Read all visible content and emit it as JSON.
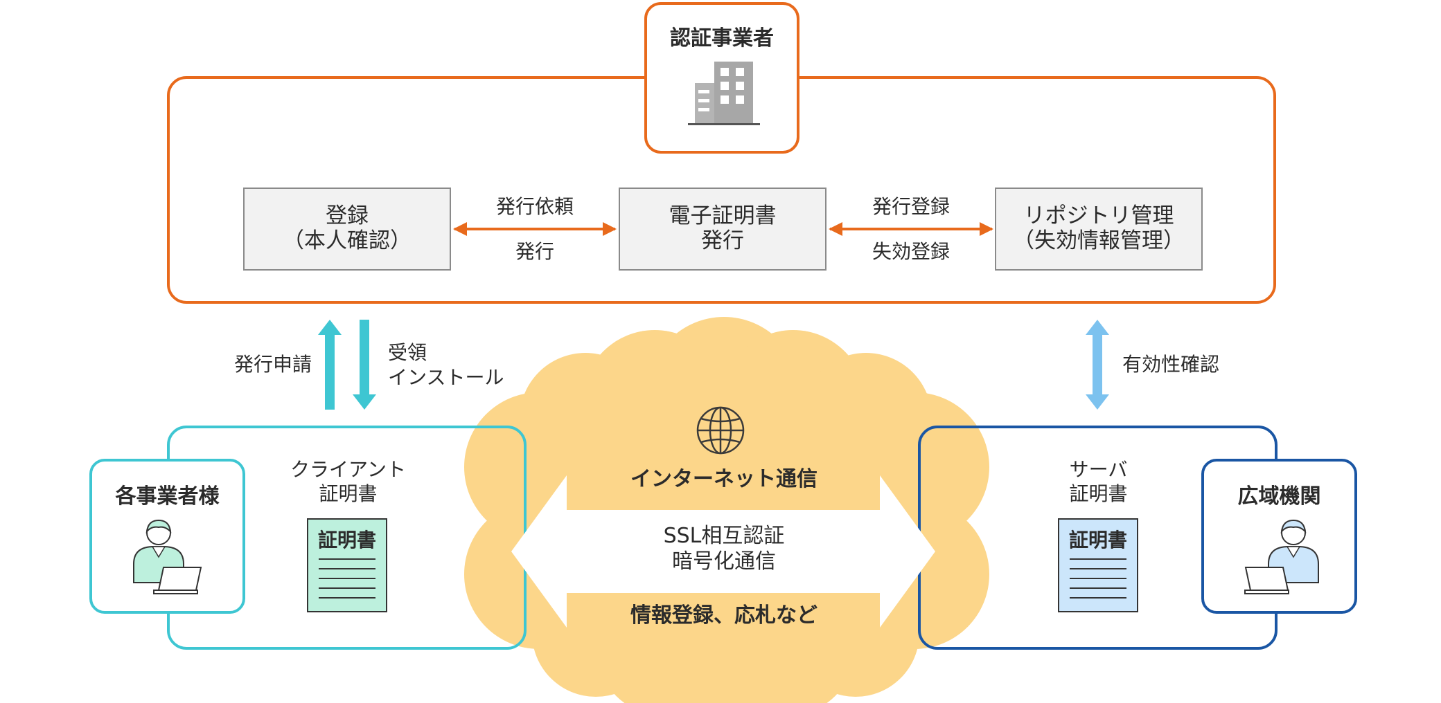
{
  "ca": {
    "title": "認証事業者"
  },
  "process": {
    "registration": {
      "line1": "登録",
      "line2": "（本人確認）"
    },
    "issuance": {
      "line1": "電子証明書",
      "line2": "発行"
    },
    "repository": {
      "line1": "リポジトリ管理",
      "line2": "（失効情報管理）"
    },
    "request_label": "発行依頼",
    "issue_label": "発行",
    "register_label": "発行登録",
    "revoke_label": "失効登録"
  },
  "flows": {
    "apply": "発行申請",
    "receive_line1": "受領",
    "receive_line2": "インストール",
    "validity": "有効性確認"
  },
  "client": {
    "user": "各事業者様",
    "cert_title_line1": "クライアント",
    "cert_title_line2": "証明書",
    "doc_label": "証明書"
  },
  "server": {
    "org": "広域機関",
    "cert_title_line1": "サーバ",
    "cert_title_line2": "証明書",
    "doc_label": "証明書"
  },
  "internet": {
    "title": "インターネット通信",
    "mid_line1": "SSL相互認証",
    "mid_line2": "暗号化通信",
    "bottom": "情報登録、応札など"
  },
  "colors": {
    "ca_orange": "#e86a1c",
    "client_teal": "#3ec6d2",
    "server_blue": "#1a56a4",
    "cloud": "#fcd68a",
    "validity_arrow": "#7cc2ef",
    "client_doc": "#bdf0dd",
    "server_doc": "#cce6fb"
  },
  "icons": [
    "building-icon",
    "globe-icon",
    "person-laptop-icon",
    "certificate-document-icon"
  ]
}
